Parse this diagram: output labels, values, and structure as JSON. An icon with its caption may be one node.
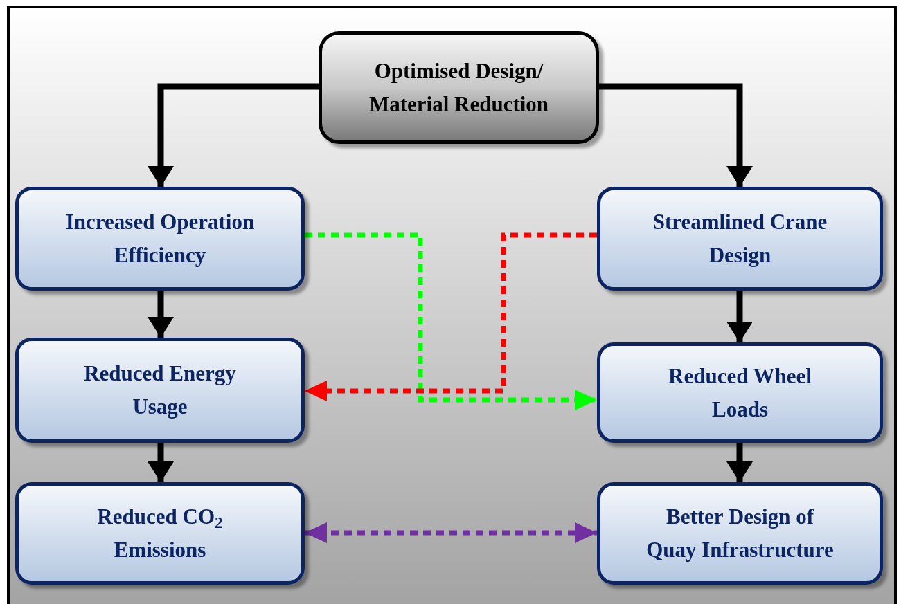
{
  "diagram": {
    "nodes": [
      {
        "text": [
          "Optimised Design/ Material Reduction"
        ]
      },
      {
        "text": [
          "Increased Operation Efficiency"
        ]
      },
      {
        "text": [
          "Streamlined Crane Design"
        ]
      },
      {
        "text": [
          "Reduced Energy Usage"
        ]
      },
      {
        "text": [
          "Reduced Wheel Loads"
        ]
      },
      {
        "text": [
          "Reduced CO$_{2}$ Emissions"
        ]
      },
      {
        "text": [
          "Better Design of Quay Infrastructure"
        ]
      }
    ],
    "edges": [
      {
        "from": 0,
        "to": 1,
        "arrow": "to"
      },
      {
        "from": 0,
        "to": 2,
        "arrow": "to"
      },
      {
        "from": 1,
        "to": 3,
        "arrow": "to"
      },
      {
        "from": 3,
        "to": 5,
        "arrow": "to"
      },
      {
        "from": 2,
        "to": 4,
        "arrow": "to"
      },
      {
        "from": 4,
        "to": 6,
        "arrow": "to"
      },
      {
        "from": 1,
        "to": 4,
        "arrow": "to",
        "style": "dashed",
        "color": "#00ff00"
      },
      {
        "from": 2,
        "to": 3,
        "arrow": "to",
        "style": "dashed",
        "color": "#ff0000"
      },
      {
        "from": 5,
        "to": 6,
        "arrow": "both",
        "style": "dashed",
        "color": "#7030a0"
      }
    ]
  }
}
